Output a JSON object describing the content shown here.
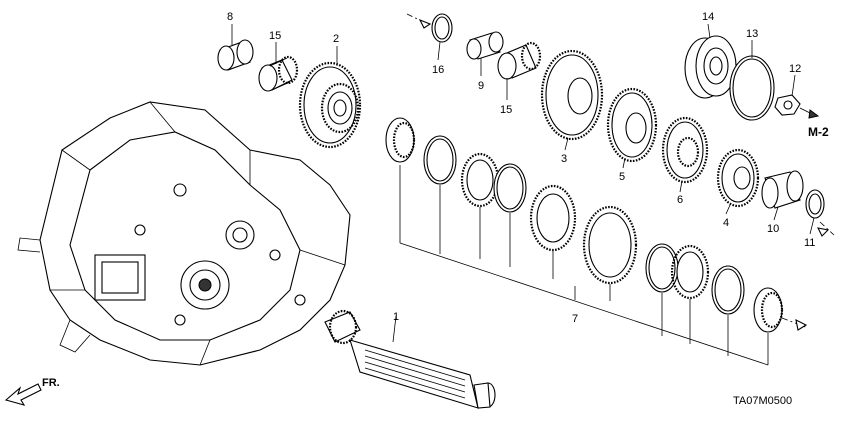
{
  "diagram": {
    "code": "TA07M0500",
    "ref_label": "M-2",
    "direction_label": "FR.",
    "callouts": [
      {
        "id": "c8",
        "text": "8"
      },
      {
        "id": "c15a",
        "text": "15"
      },
      {
        "id": "c2",
        "text": "2"
      },
      {
        "id": "c16",
        "text": "16"
      },
      {
        "id": "c9",
        "text": "9"
      },
      {
        "id": "c15b",
        "text": "15"
      },
      {
        "id": "c3",
        "text": "3"
      },
      {
        "id": "c5",
        "text": "5"
      },
      {
        "id": "c6",
        "text": "6"
      },
      {
        "id": "c4",
        "text": "4"
      },
      {
        "id": "c14",
        "text": "14"
      },
      {
        "id": "c13",
        "text": "13"
      },
      {
        "id": "c12",
        "text": "12"
      },
      {
        "id": "c10",
        "text": "10"
      },
      {
        "id": "c11",
        "text": "11"
      },
      {
        "id": "c7",
        "text": "7"
      },
      {
        "id": "c1",
        "text": "1"
      }
    ]
  }
}
